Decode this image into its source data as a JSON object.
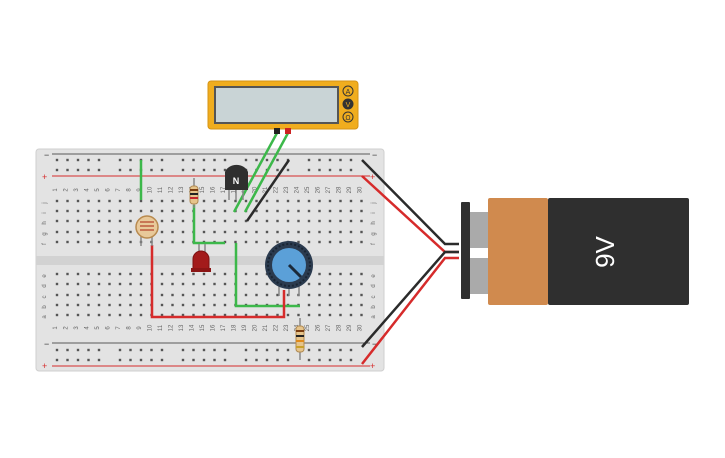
{
  "breadboard": {
    "columns": [
      "1",
      "2",
      "3",
      "4",
      "5",
      "6",
      "7",
      "8",
      "9",
      "10",
      "11",
      "12",
      "13",
      "14",
      "15",
      "16",
      "17",
      "18",
      "19",
      "20",
      "21",
      "22",
      "23",
      "24",
      "25",
      "26",
      "27",
      "28",
      "29",
      "30"
    ],
    "rows_top": [
      "j",
      "i",
      "h",
      "g",
      "f"
    ],
    "rows_bottom": [
      "e",
      "d",
      "c",
      "b",
      "a"
    ],
    "rail_minus": "−",
    "rail_plus": "+"
  },
  "multimeter": {
    "modes": [
      "A",
      "V",
      "Ω"
    ]
  },
  "battery": {
    "label": "9V"
  },
  "transistor": {
    "label": "N"
  },
  "colors": {
    "board": "#e3e3e3",
    "rail_red": "#d62b2b",
    "rail_blue": "#5a5a5a",
    "wire_green": "#3cb84a",
    "wire_red": "#d62b2b",
    "wire_black": "#2b2b2b",
    "meter_body": "#f0ad1e",
    "battery_body": "#2f2f2f",
    "battery_cap": "#d08a4e"
  }
}
